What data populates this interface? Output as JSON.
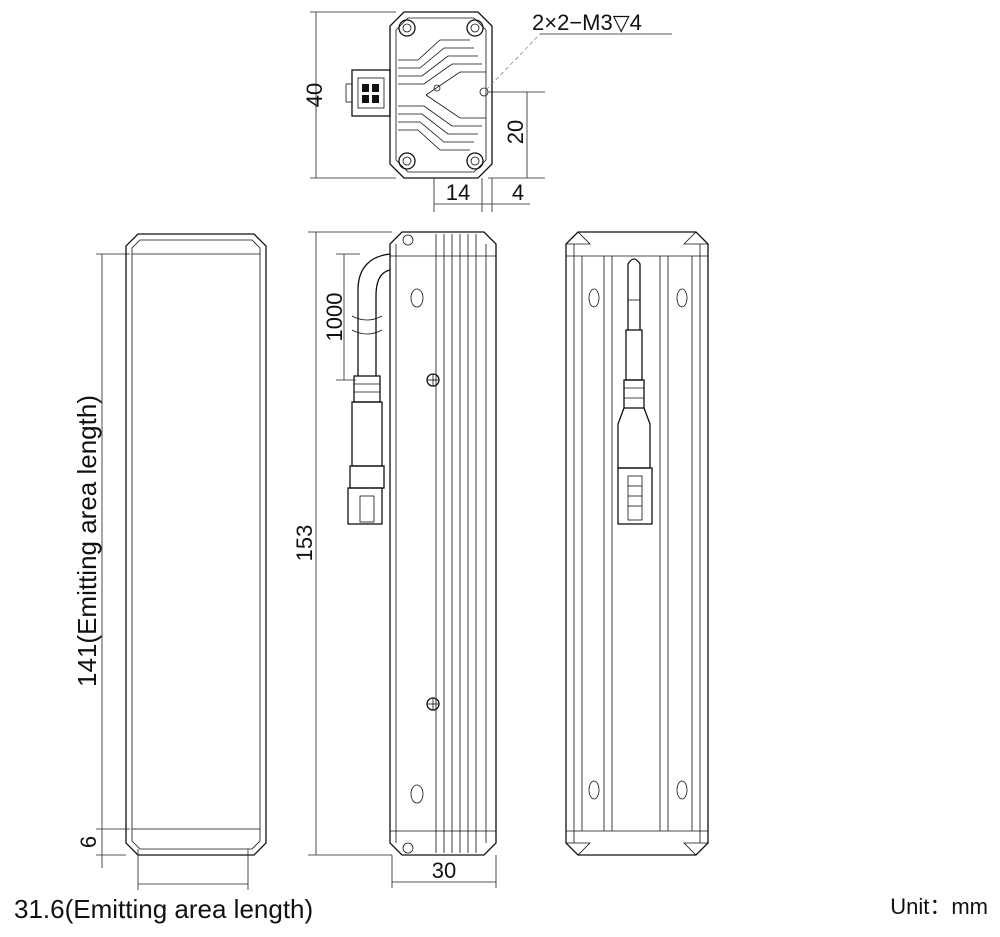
{
  "title": "",
  "unit_label": "Unit：mm",
  "dimensions": {
    "height_top_view": "40",
    "hole_offset": "20",
    "hole_spacing": "14",
    "edge_offset": "4",
    "thread_spec": "2×2−M3▽4",
    "cable_length": "1000",
    "total_length": "153",
    "emitting_length": "141(Emitting area length)",
    "end_margin": "6",
    "emitting_width": "31.6(Emitting area length)",
    "body_width": "30"
  },
  "colors": {
    "line": "#111111",
    "background": "#ffffff"
  }
}
